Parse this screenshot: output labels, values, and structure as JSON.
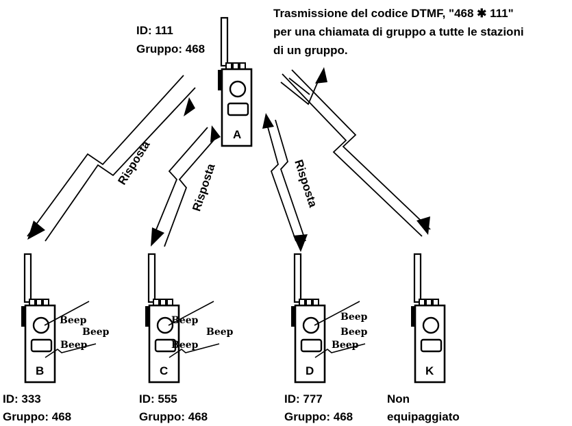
{
  "caption": {
    "line1": "Trasmissione del codice DTMF, \"468 ✱ 111\"",
    "line2": "per una chiamata di gruppo a tutte le stazioni",
    "line3": "di un gruppo."
  },
  "stations": {
    "A": {
      "letter": "A",
      "id": "ID: 111",
      "group": "Gruppo: 468"
    },
    "B": {
      "letter": "B",
      "id": "ID: 333",
      "group": "Gruppo: 468"
    },
    "C": {
      "letter": "C",
      "id": "ID: 555",
      "group": "Gruppo: 468"
    },
    "D": {
      "letter": "D",
      "id": "ID: 777",
      "group": "Gruppo: 468"
    },
    "K": {
      "letter": "K",
      "line1": "Non",
      "line2": "equipaggiato"
    }
  },
  "reply_label": "Risposta",
  "beep_label": "Beep"
}
